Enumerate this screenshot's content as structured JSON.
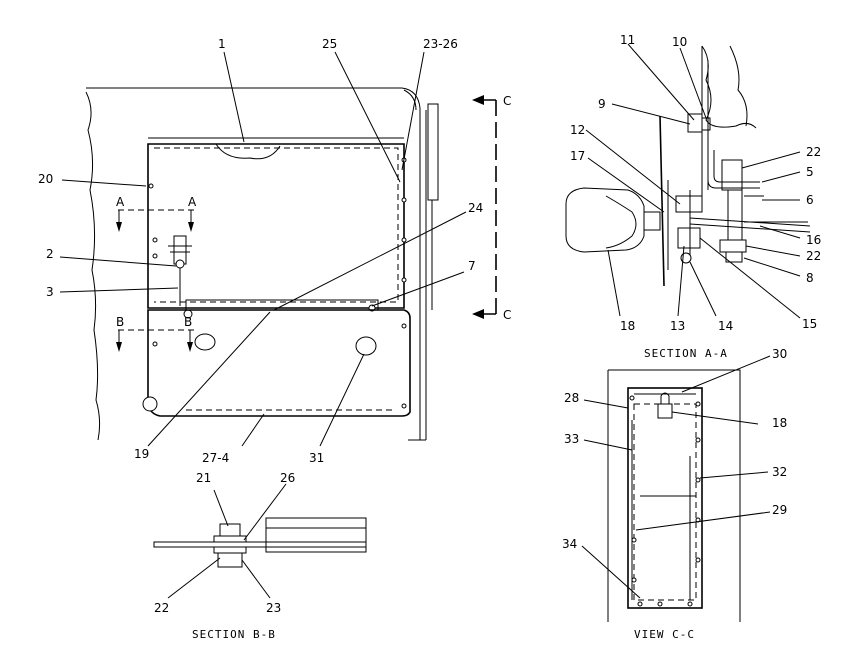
{
  "main_view": {
    "callouts": [
      "1",
      "25",
      "23-26",
      "20",
      "2",
      "3",
      "24",
      "7",
      "19",
      "27-4",
      "31"
    ],
    "section_marks": {
      "a_left": "A",
      "a_right": "A",
      "b_left": "B",
      "b_right": "B",
      "c_top": "C",
      "c_bottom": "C"
    }
  },
  "section_aa": {
    "title": "SECTION  A-A",
    "callouts": [
      "11",
      "10",
      "9",
      "12",
      "17",
      "22",
      "5",
      "6",
      "16",
      "22",
      "8",
      "18",
      "13",
      "14",
      "15"
    ]
  },
  "section_bb": {
    "title": "SECTION  B-B",
    "callouts": [
      "21",
      "26",
      "22",
      "23"
    ]
  },
  "view_cc": {
    "title": "VIEW  C-C",
    "callouts": [
      "30",
      "28",
      "18",
      "33",
      "32",
      "29",
      "34"
    ]
  }
}
